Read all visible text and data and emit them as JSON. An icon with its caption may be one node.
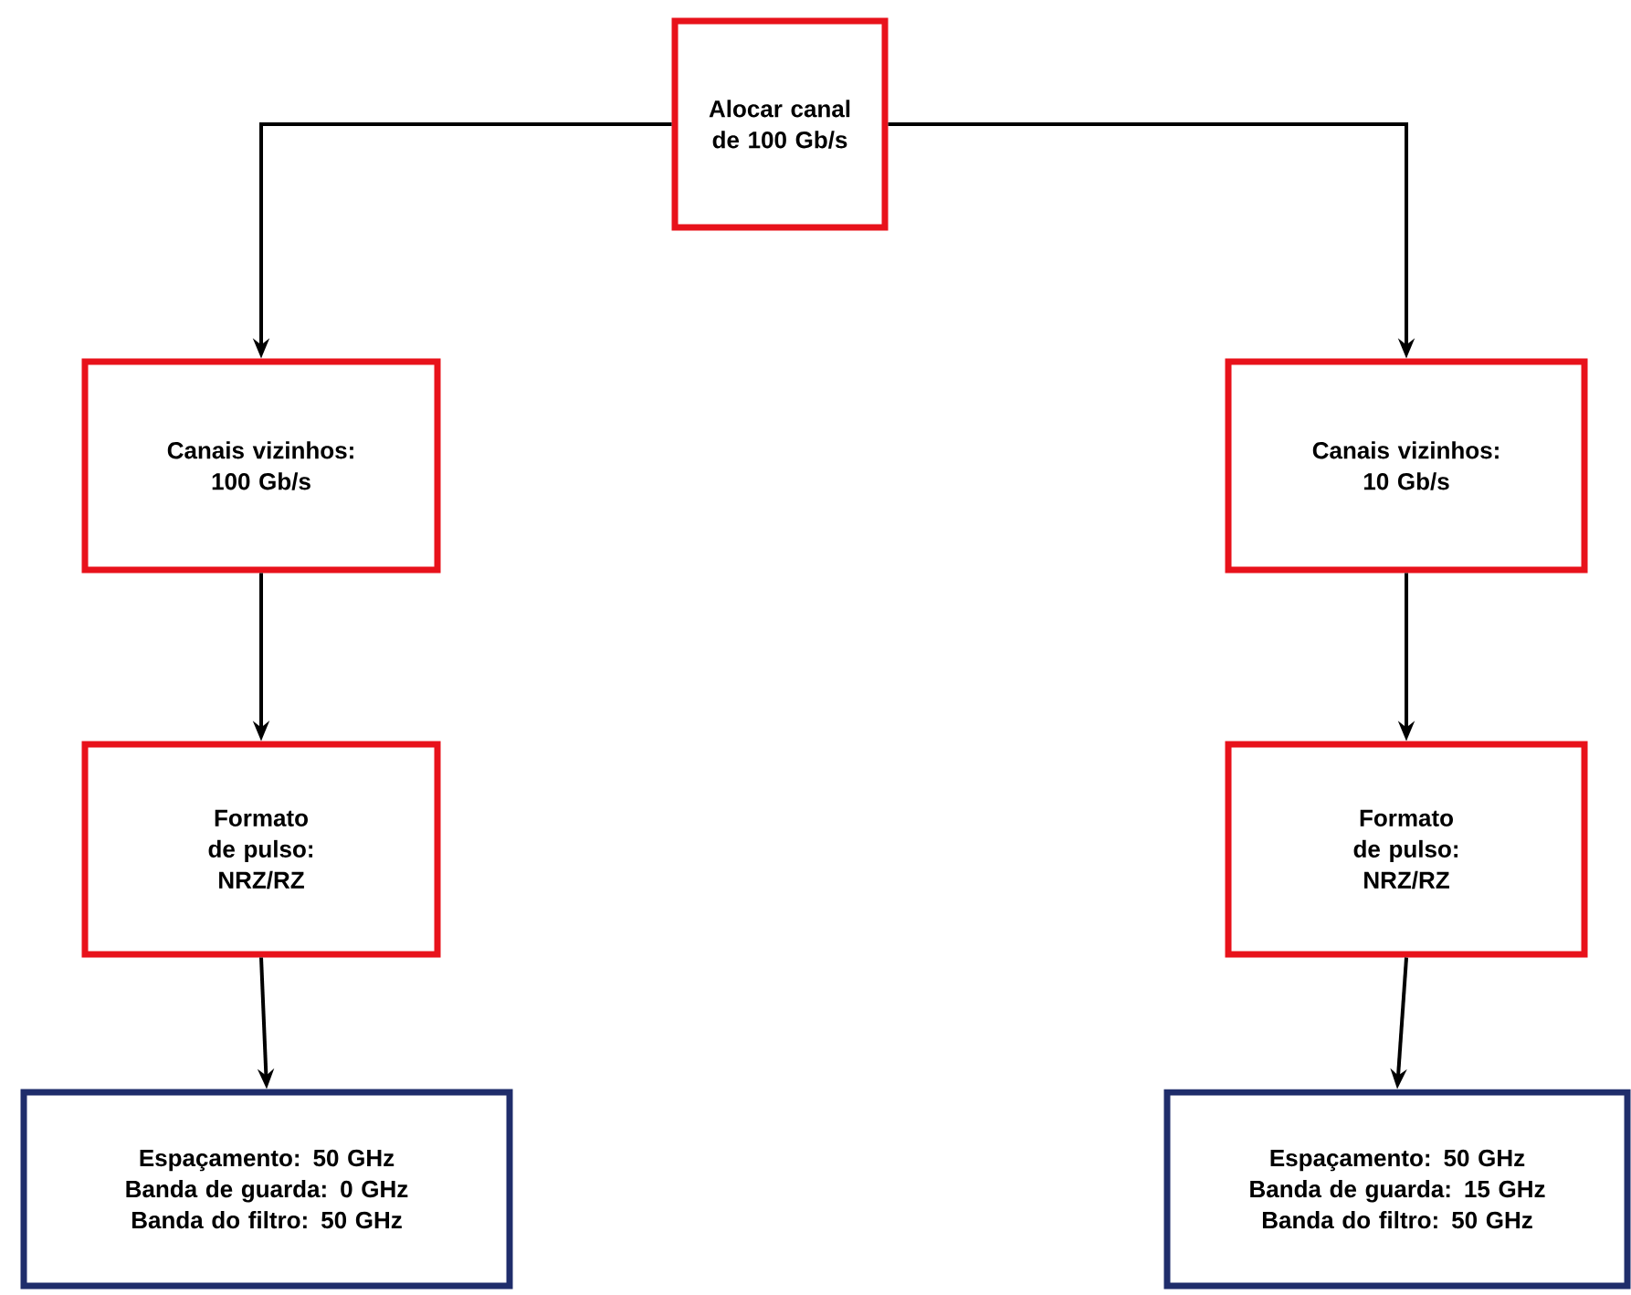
{
  "diagram": {
    "nodes": [
      {
        "text": [
          "Alocar canal de 100 Gb/s"
        ]
      },
      {
        "text": [
          "Canais vizinhos: 100 Gb/s"
        ]
      },
      {
        "text": [
          "Canais vizinhos: 10 Gb/s"
        ]
      },
      {
        "text": [
          "Formato de pulso: NRZ/RZ"
        ]
      },
      {
        "text": [
          "Formato de pulso: NRZ/RZ"
        ]
      },
      {
        "text": [
          "Espaçamento: 50 GHz",
          "Banda de guarda: 0 GHz",
          "Banda do filtro: 50 GHz"
        ]
      },
      {
        "text": [
          "Espaçamento: 50 GHz",
          "Banda de guarda: 15 GHz",
          "Banda do filtro: 50 GHz"
        ]
      }
    ],
    "edges": [
      {
        "from": 0,
        "to": 1,
        "arrow": "to"
      },
      {
        "from": 0,
        "to": 2,
        "arrow": "to"
      },
      {
        "from": 1,
        "to": 3,
        "arrow": "to"
      },
      {
        "from": 2,
        "to": 4,
        "arrow": "to"
      },
      {
        "from": 3,
        "to": 5,
        "arrow": "to"
      },
      {
        "from": 4,
        "to": 6,
        "arrow": "to"
      }
    ]
  }
}
